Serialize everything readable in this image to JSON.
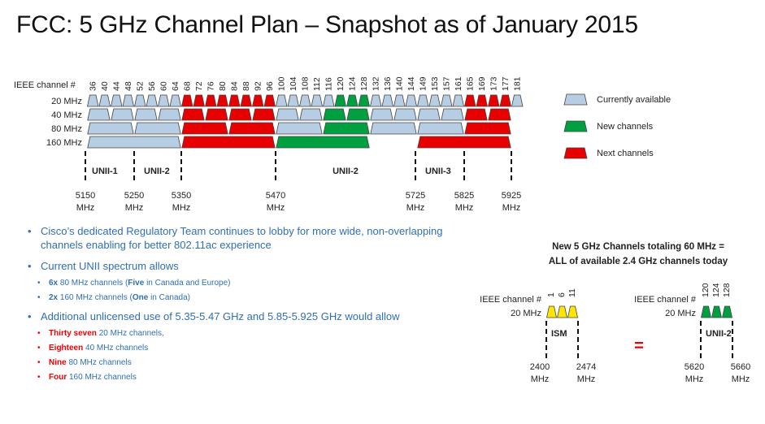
{
  "title": "FCC: 5 GHz Channel Plan – Snapshot as of January 2015",
  "colors": {
    "available": "#b7cde3",
    "new": "#00a040",
    "next": "#e80000",
    "ism": "#ffe600",
    "outline": "#444444",
    "text_blue": "#2f6fb5",
    "text_red": "#ee0000"
  },
  "main_chart": {
    "header_label": "IEEE channel #",
    "channels": [
      "36",
      "40",
      "44",
      "48",
      "52",
      "56",
      "60",
      "64",
      "68",
      "72",
      "76",
      "80",
      "84",
      "88",
      "92",
      "96",
      "100",
      "104",
      "108",
      "112",
      "116",
      "120",
      "124",
      "128",
      "132",
      "136",
      "140",
      "144",
      "149",
      "153",
      "157",
      "161",
      "165",
      "169",
      "173",
      "177",
      "181"
    ],
    "row_labels": [
      "20 MHz",
      "40 MHz",
      "80 MHz",
      "160 MHz"
    ],
    "band_labels": [
      "UNII-1",
      "UNII-2",
      "UNII-2",
      "UNII-3"
    ],
    "freq_labels": [
      {
        "f": "5150",
        "u": "MHz"
      },
      {
        "f": "5250",
        "u": "MHz"
      },
      {
        "f": "5350",
        "u": "MHz"
      },
      {
        "f": "5470",
        "u": "MHz"
      },
      {
        "f": "5725",
        "u": "MHz"
      },
      {
        "f": "5825",
        "u": "MHz"
      },
      {
        "f": "5925",
        "u": "MHz"
      }
    ]
  },
  "legend": [
    {
      "label": "Currently available",
      "color_key": "available"
    },
    {
      "label": "New channels",
      "color_key": "new"
    },
    {
      "label": "Next channels",
      "color_key": "next"
    }
  ],
  "bullets": {
    "b1": "Cisco’s dedicated Regulatory Team continues to lobby for more wide, non-overlapping channels enabling for better 802.11ac experience",
    "b2": "Current UNII spectrum allows",
    "b2_1_bold": "6x",
    "b2_1_mid": " 80 MHz channels (",
    "b2_1_bold2": "Five",
    "b2_1_end": " in Canada and Europe)",
    "b2_2_bold": "2x",
    "b2_2_mid": " 160 MHz channels (",
    "b2_2_bold2": "One",
    "b2_2_end": " in Canada)",
    "b3": "Additional unlicensed use of 5.35-5.47 GHz and 5.85-5.925 GHz would allow",
    "sub3": [
      {
        "bold": "Thirty seven",
        "rest": " 20 MHz channels,"
      },
      {
        "bold": "Eighteen",
        "rest": " 40 MHz channels"
      },
      {
        "bold": "Nine",
        "rest": " 80 MHz channels"
      },
      {
        "bold": "Four",
        "rest": " 160 MHz channels"
      }
    ]
  },
  "comparison": {
    "heading_1": "New 5 GHz Channels totaling 60 MHz =",
    "heading_2": "ALL of available 2.4 GHz channels today",
    "left": {
      "header": "IEEE channel #",
      "row": "20 MHz",
      "channels": [
        "1",
        "6",
        "11"
      ],
      "band": "ISM",
      "freqs": [
        {
          "f": "2400",
          "u": "MHz"
        },
        {
          "f": "2474",
          "u": "MHz"
        }
      ]
    },
    "equals": "=",
    "right": {
      "header": "IEEE channel #",
      "row": "20 MHz",
      "channels": [
        "120",
        "124",
        "128"
      ],
      "band": "UNII-2",
      "freqs": [
        {
          "f": "5620",
          "u": "MHz"
        },
        {
          "f": "5660",
          "u": "MHz"
        }
      ]
    }
  }
}
